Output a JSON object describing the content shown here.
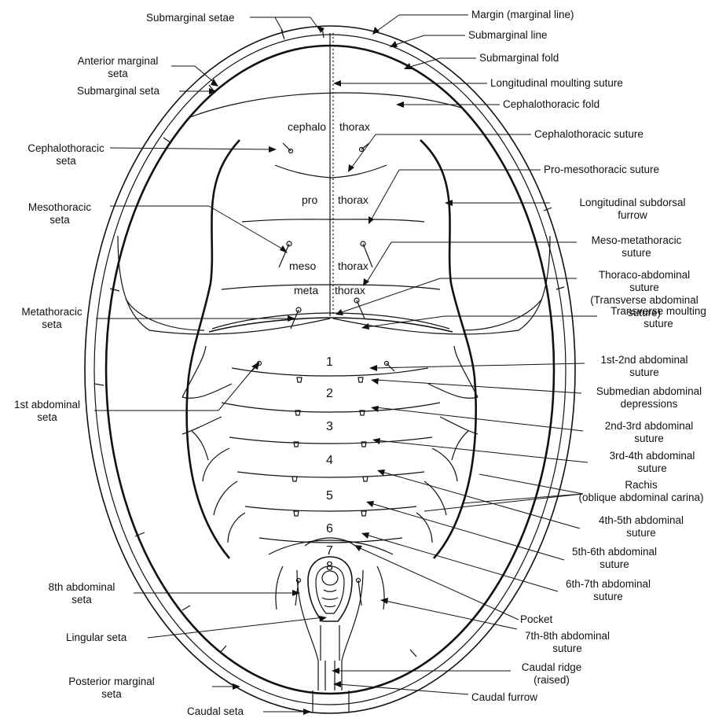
{
  "figure": {
    "labels_left": [
      "Submarginal setae",
      "Anterior marginal",
      "seta",
      "Submarginal seta",
      "Cephalothoracic",
      "seta",
      "Mesothoracic",
      "seta",
      "Metathoracic",
      "seta",
      "1st abdominal",
      "seta",
      "8th abdominal",
      "seta",
      "Lingular seta",
      "Posterior marginal",
      "seta",
      "Caudal seta"
    ],
    "labels_right": [
      "Margin (marginal line)",
      "Submarginal line",
      "Submarginal fold",
      "Longitudinal moulting suture",
      "Cephalothoracic fold",
      "Cephalothoracic suture",
      "Pro-mesothoracic suture",
      "Longitudinal subdorsal",
      "furrow",
      "Meso-metathoracic",
      "suture",
      "Thoraco-abdominal",
      "suture",
      "(Transverse abdominal",
      "suture)",
      "Transverse moulting",
      "suture",
      "1st-2nd abdominal",
      "suture",
      "Submedian abdominal",
      "depressions",
      "2nd-3rd abdominal",
      "suture",
      "3rd-4th abdominal",
      "suture",
      "Rachis",
      "(oblique abdominal carina)",
      "4th-5th abdominal",
      "suture",
      "5th-6th abdominal",
      "suture",
      "6th-7th abdominal",
      "suture",
      "Pocket",
      "7th-8th abdominal",
      "suture",
      "Caudal ridge",
      "(raised)",
      "Caudal furrow"
    ],
    "inner_labels": [
      "cephalo",
      "thorax",
      "pro",
      "thorax",
      "meso",
      "thorax",
      "meta",
      "thorax"
    ],
    "segment_numbers": [
      "1",
      "2",
      "3",
      "4",
      "5",
      "6",
      "7",
      "8"
    ]
  }
}
